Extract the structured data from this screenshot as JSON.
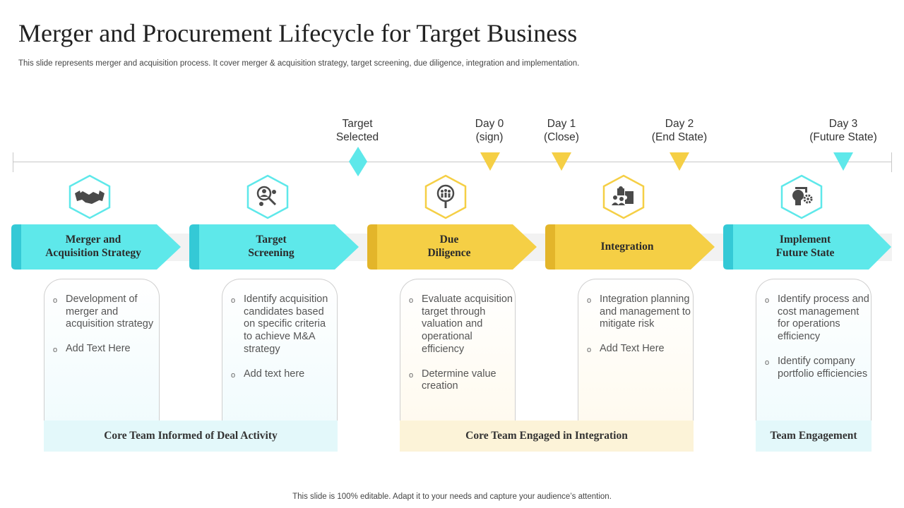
{
  "header": {
    "title": "Merger and Procurement Lifecycle for Target Business",
    "subtitle": "This slide represents merger and acquisition process. It cover merger & acquisition strategy, target screening, due diligence, integration and implementation."
  },
  "colors": {
    "cyan": "#5ee8ea",
    "cyan_dark": "#34c9d6",
    "yellow": "#f5cf45",
    "yellow_dark": "#e3b52a"
  },
  "milestones": [
    {
      "line1": "Target",
      "line2": "Selected",
      "marker": "diamond",
      "color": "cyan"
    },
    {
      "line1": "Day 0",
      "line2": "(sign)",
      "marker": "triangle",
      "color": "yellow"
    },
    {
      "line1": "Day 1",
      "line2": "(Close)",
      "marker": "triangle",
      "color": "yellow"
    },
    {
      "line1": "Day 2",
      "line2": "(End State)",
      "marker": "triangle",
      "color": "yellow"
    },
    {
      "line1": "Day 3",
      "line2": "(Future State)",
      "marker": "triangle",
      "color": "cyan"
    }
  ],
  "stages": [
    {
      "label": "Merger and\nAcquisition Strategy",
      "icon": "handshake-icon",
      "color": "cyan",
      "points": [
        "Development of merger and acquisition strategy",
        "Add Text Here"
      ]
    },
    {
      "label": "Target\nScreening",
      "icon": "people-search-icon",
      "color": "cyan",
      "points": [
        "Identify acquisition candidates based on specific criteria to achieve M&A strategy",
        "Add text here"
      ]
    },
    {
      "label": "Due\nDiligence",
      "icon": "magnifier-people-icon",
      "color": "yellow",
      "points": [
        "Evaluate acquisition target through valuation and operational efficiency",
        "Determine value creation"
      ]
    },
    {
      "label": "Integration",
      "icon": "puzzle-team-icon",
      "color": "yellow",
      "points": [
        "Integration planning and management to mitigate risk",
        "Add Text Here"
      ]
    },
    {
      "label": "Implement\nFuture State",
      "icon": "lightbulb-gear-icon",
      "color": "cyan",
      "points": [
        "Identify process and cost management for operations efficiency",
        "Identify company portfolio efficiencies"
      ]
    }
  ],
  "teams": [
    {
      "label": "Core Team Informed of Deal Activity",
      "color": "cyan"
    },
    {
      "label": "Core Team Engaged in Integration",
      "color": "yellow"
    },
    {
      "label": "Team Engagement",
      "color": "cyan"
    }
  ],
  "footer": "This slide is 100% editable. Adapt it to your needs and capture your audience’s attention."
}
